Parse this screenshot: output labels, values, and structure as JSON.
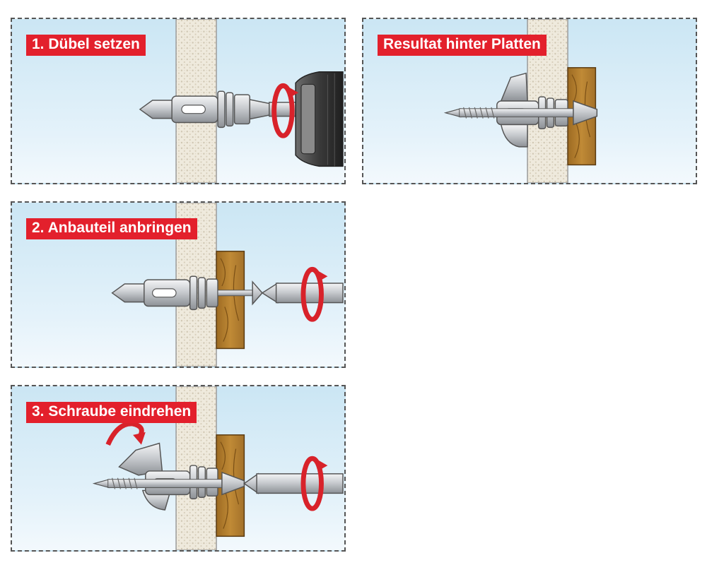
{
  "panels": {
    "step1": {
      "label": "1. Dübel setzen"
    },
    "step2": {
      "label": "2. Anbauteil anbringen"
    },
    "step3": {
      "label": "3. Schraube eindrehen"
    },
    "result": {
      "label": "Resultat hinter Platten"
    }
  },
  "colors": {
    "label_bg": "#e3202c",
    "label_text": "#ffffff",
    "rotation_arrow": "#d8222a",
    "wood": "#b8822f",
    "plaster": "#efeadd",
    "metal": "#c9ccd0"
  },
  "icons": [
    "rotation-arrow-icon",
    "drill-chuck-icon",
    "screwdriver-bit-icon",
    "screw-icon",
    "toggle-anchor-icon",
    "wood-board-icon"
  ]
}
